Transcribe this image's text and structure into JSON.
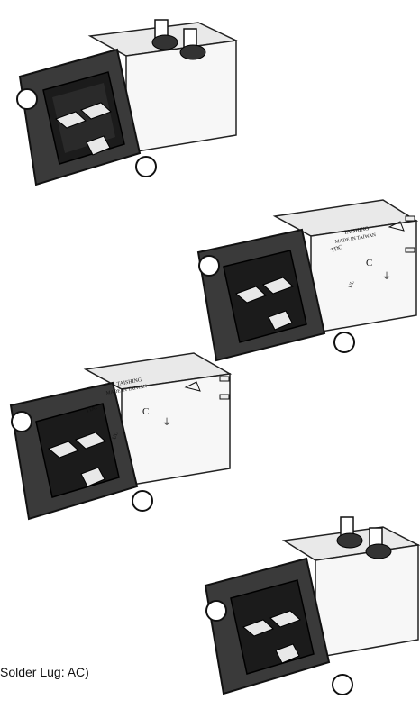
{
  "caption": "Solder Lug: AC)",
  "label": {
    "brand_mark": "TDC",
    "maker": "TAISHING",
    "origin": "MADE IN TAIWAN",
    "circuit_letter": "C",
    "cert_mark": "UL",
    "ground_mark": "⏚"
  },
  "units": [
    {
      "id": "filter-1",
      "variant": "solder-lug",
      "labeled": false
    },
    {
      "id": "filter-2",
      "variant": "fast-on",
      "labeled": true
    },
    {
      "id": "filter-3",
      "variant": "fast-on",
      "labeled": true
    },
    {
      "id": "filter-4",
      "variant": "solder-lug",
      "labeled": false
    }
  ],
  "colors": {
    "body_light": "#f2f2f2",
    "body_mid": "#c9c9c9",
    "body_dark": "#8e8e8e",
    "flange": "#3a3a3a",
    "flange_dark": "#1b1b1b",
    "pin": "#e8e8e8"
  }
}
